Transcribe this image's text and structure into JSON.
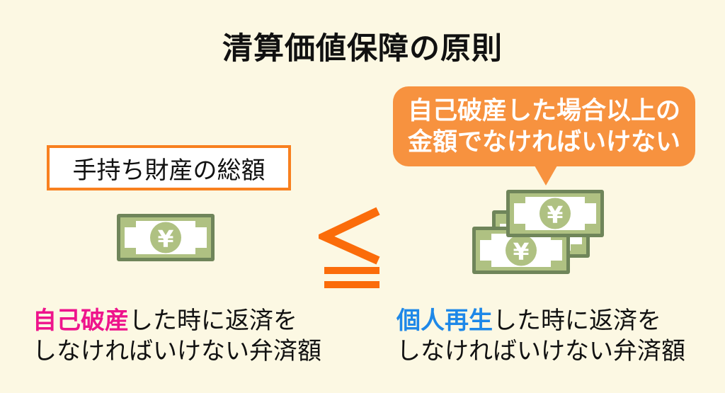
{
  "title": "清算価値保障の原則",
  "bubble": {
    "line1": "自己破産した場合以上の",
    "line2": "金額でなければいけない"
  },
  "asset_box": {
    "label": "手持ち財産の総額"
  },
  "comparison": {
    "symbol": "≦"
  },
  "captions": {
    "left": {
      "highlight": "自己破産",
      "line1_rest": "した時に返済を",
      "line2": "しなければいけない弁済額"
    },
    "right": {
      "highlight": "個人再生",
      "line1_rest": "した時に返済を",
      "line2": "しなければいけない弁済額"
    }
  },
  "icons": {
    "bill": "yen-banknote-icon",
    "currency": "¥"
  },
  "colors": {
    "background": "#FCF8E3",
    "bubble_orange": "#F7923F",
    "accent_orange": "#FB6C0A",
    "box_border_orange": "#F8801F",
    "bankruptcy_pink": "#EE148C",
    "rehabilitation_blue": "#1E88E8",
    "bill_dark_green": "#6F855A",
    "bill_light_green": "#AFC182"
  }
}
